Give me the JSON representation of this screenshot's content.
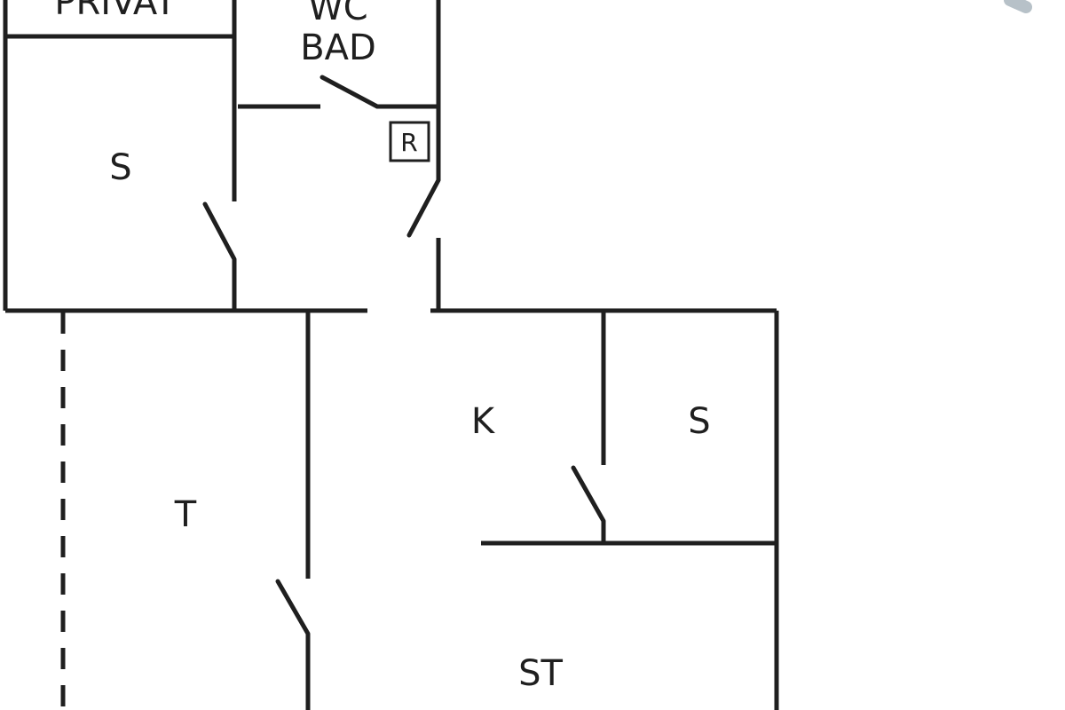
{
  "diagram": {
    "type": "floor-plan",
    "line_color": "#1f1f1f",
    "accent_color": "#b7c1c8",
    "rooms": {
      "privat": "PRIVAT",
      "wc_line1": "WC",
      "wc_line2": "BAD",
      "sleep_left": "S",
      "sleep_right": "S",
      "kitchen": "K",
      "terrace": "T",
      "living": "ST"
    },
    "marker": {
      "label": "R"
    }
  }
}
